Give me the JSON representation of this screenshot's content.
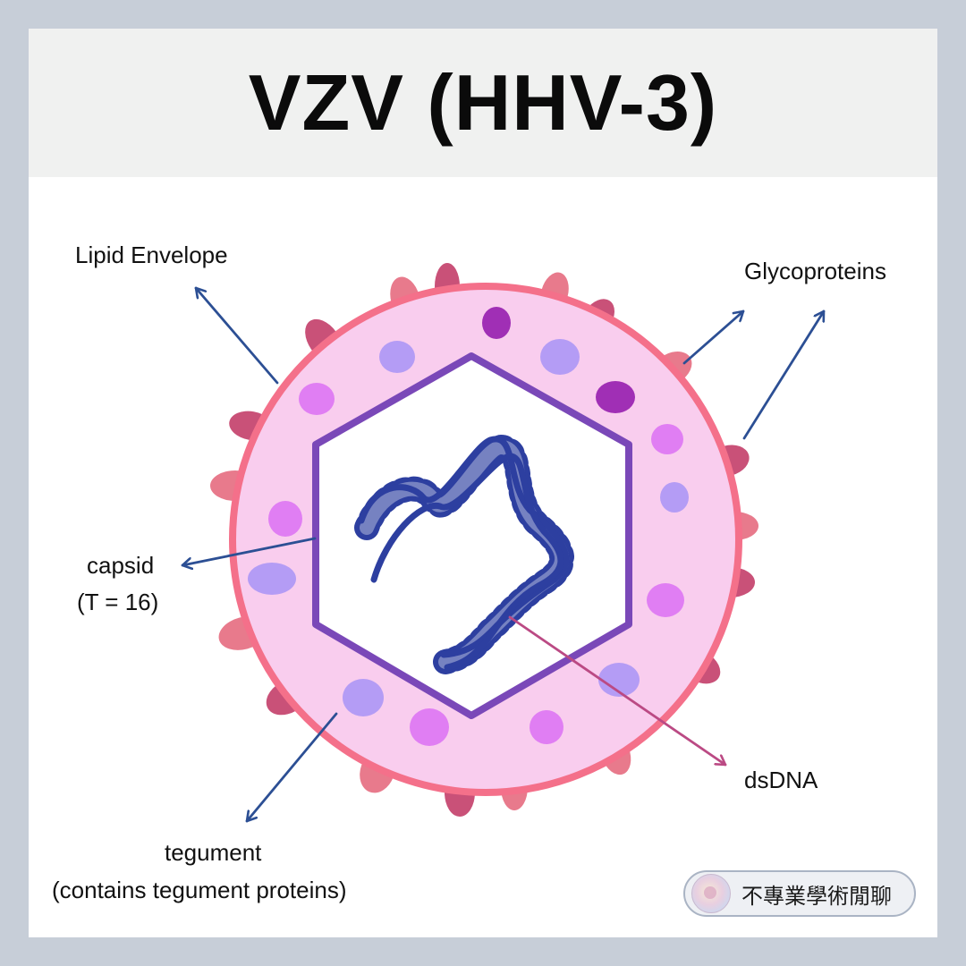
{
  "title": "VZV (HHV-3)",
  "labels": {
    "lipid_envelope": "Lipid Envelope",
    "glycoproteins": "Glycoproteins",
    "capsid": "capsid",
    "capsid_t": "(T = 16)",
    "dsdna": "dsDNA",
    "tegument": "tegument",
    "tegument_detail": "(contains tegument proteins)"
  },
  "badge": {
    "text": "不專業學術閒聊",
    "logo_icon": "cell-logo-icon"
  },
  "colors": {
    "background": "#c7ced8",
    "header": "#f0f1f0",
    "envelope": "#f4708a",
    "tegument_fill": "#f9cdee",
    "capsid": "#7a48b8",
    "dna": "#2d3fa0",
    "arrow_blue": "#2c4f94",
    "arrow_pink": "#bb4a84"
  }
}
